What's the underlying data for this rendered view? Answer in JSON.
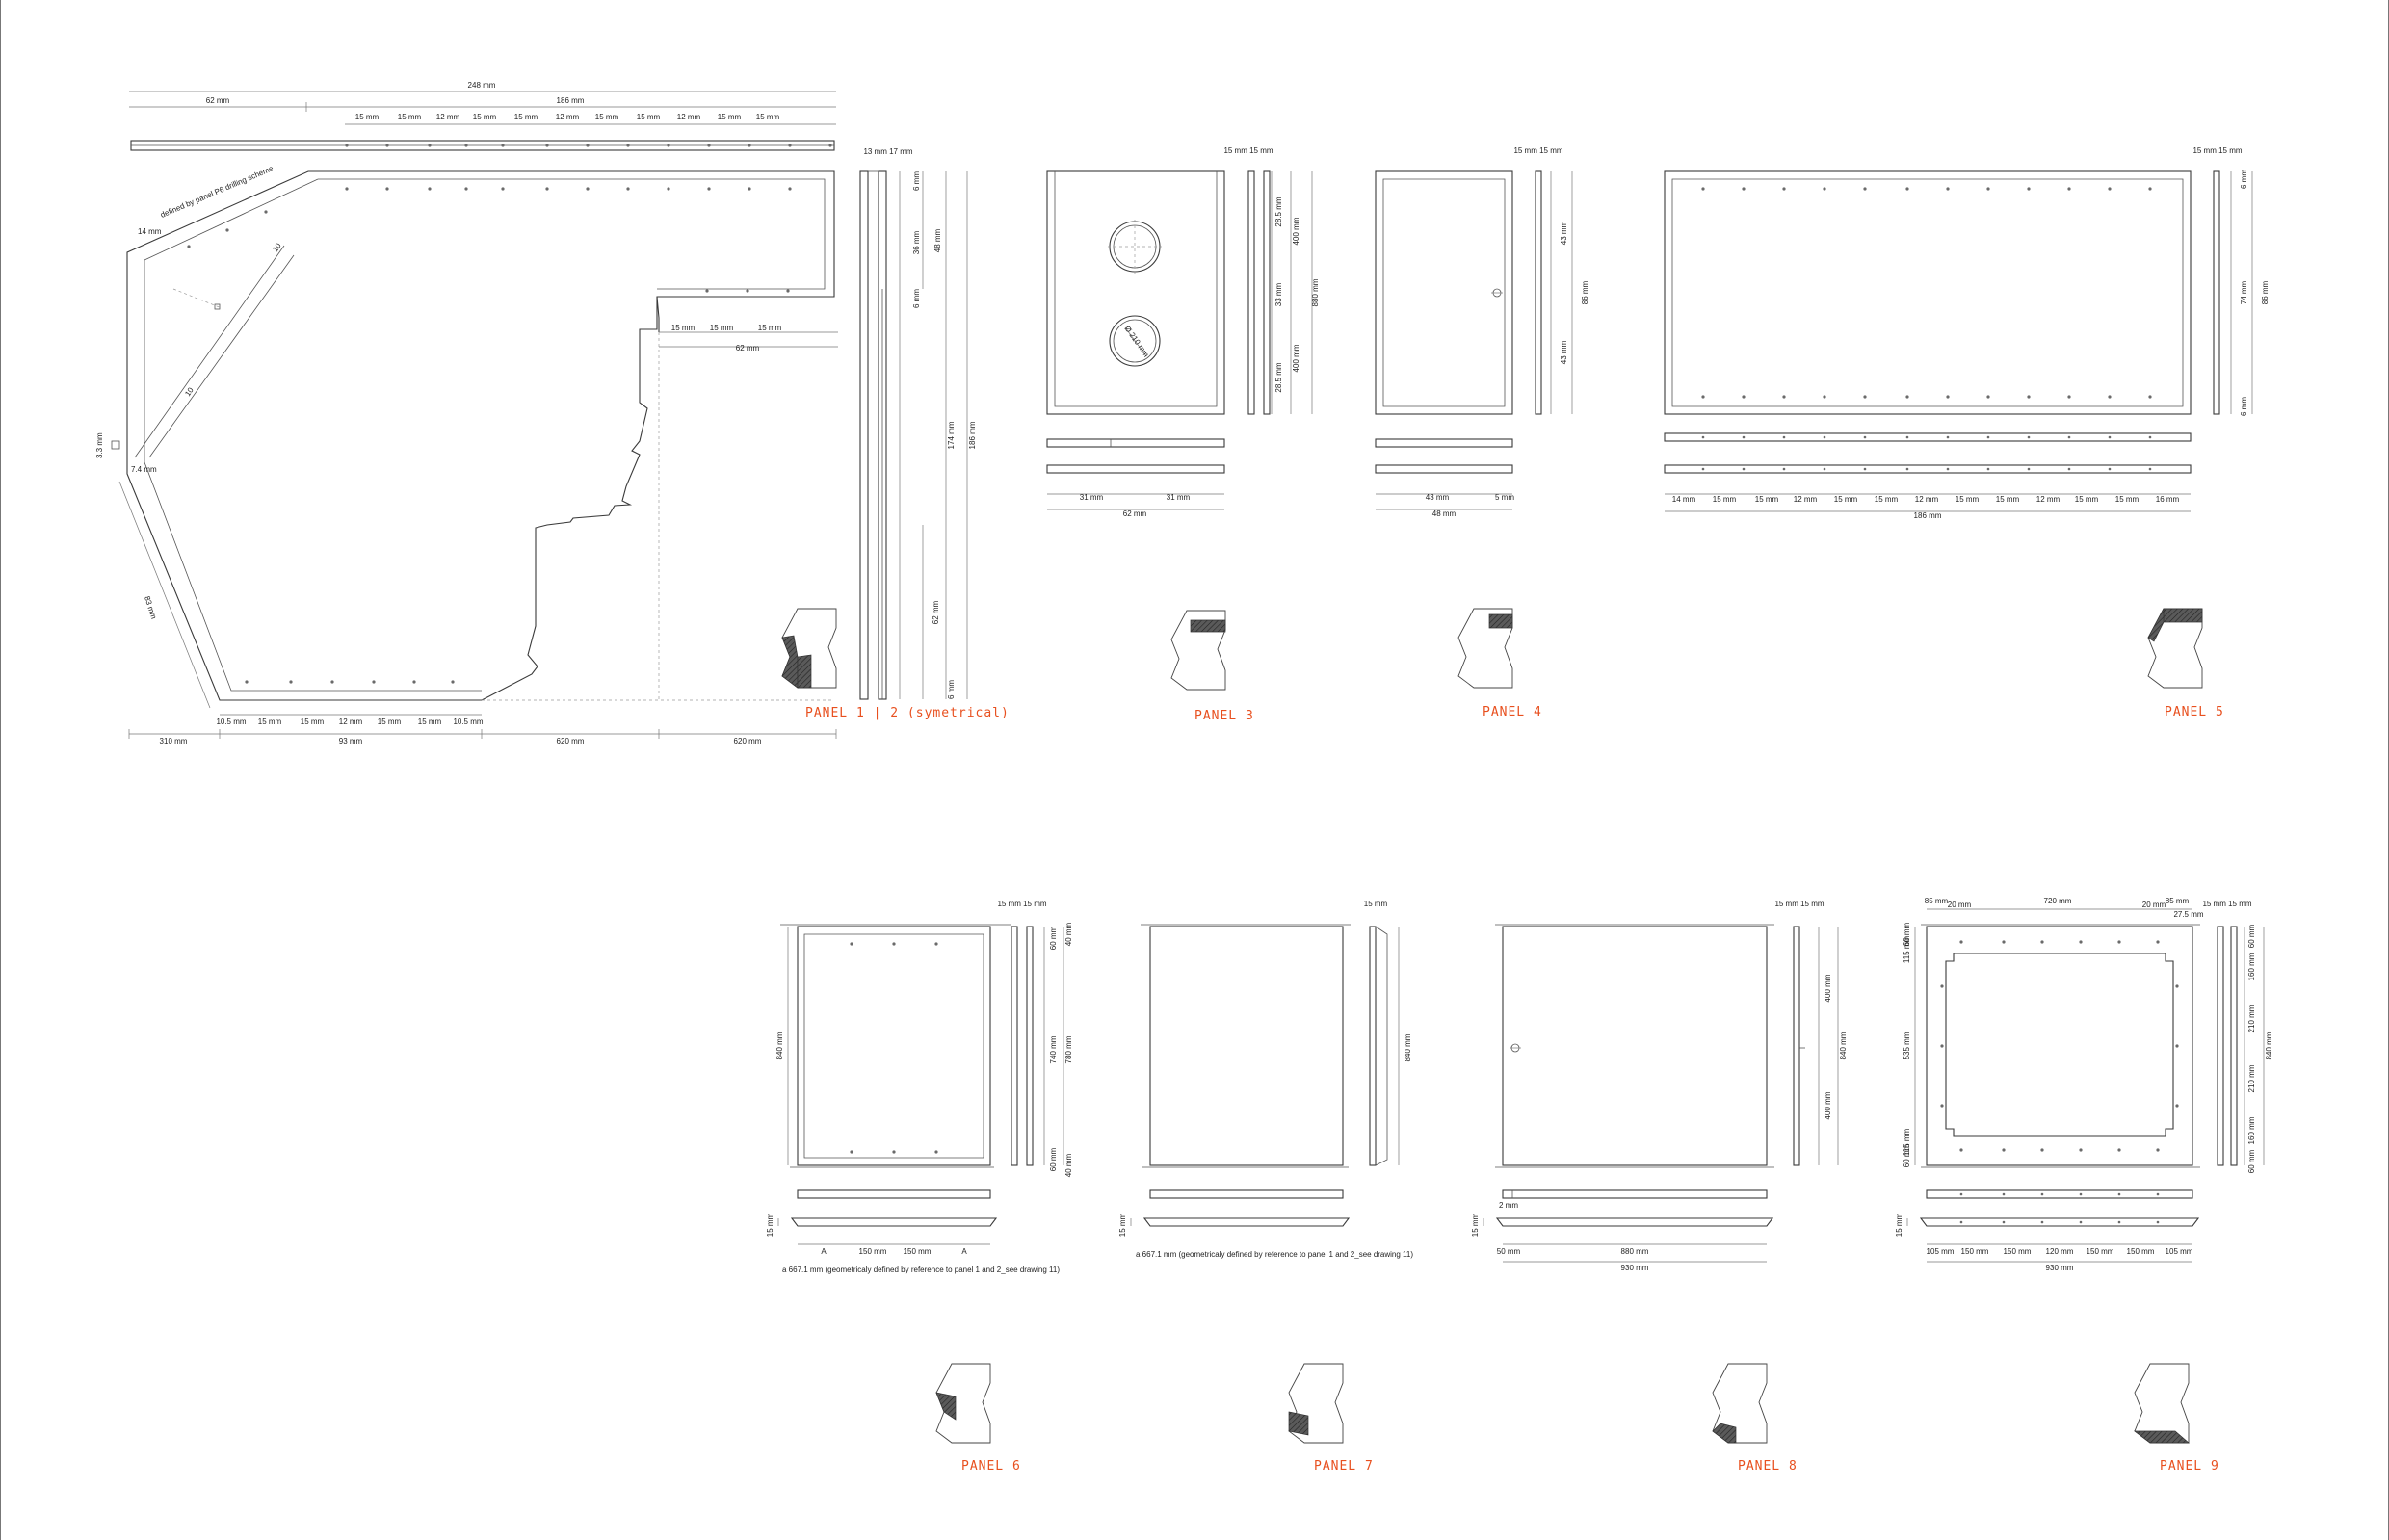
{
  "colors": {
    "line": "#3a3a3a",
    "label": "#e8501f",
    "highlight": "#4a4a4a",
    "background": "#ffffff"
  },
  "panel1": {
    "label": "PANEL 1 | 2 (symetrical)",
    "top": [
      "248 mm",
      "62 mm",
      "186 mm"
    ],
    "holes": [
      "15 mm",
      "15 mm",
      "12 mm",
      "15 mm",
      "15 mm",
      "12 mm",
      "15 mm",
      "15 mm",
      "12 mm",
      "15 mm",
      "15 mm"
    ],
    "annotation": "defined by panel P6 drilling scheme",
    "left": [
      "14 mm",
      "3.3 mm",
      "7.4 mm",
      "83 mm"
    ],
    "diag": [
      "10",
      "10"
    ],
    "step": [
      "15 mm",
      "15 mm",
      "15 mm",
      "62 mm"
    ],
    "bottom_holes": [
      "10.5 mm",
      "15 mm",
      "15 mm",
      "12 mm",
      "15 mm",
      "15 mm",
      "10.5 mm"
    ],
    "bottom": [
      "310 mm",
      "93 mm",
      "620 mm",
      "620 mm"
    ],
    "side": [
      "13 mm 17 mm",
      "6 mm",
      "36 mm",
      "48 mm",
      "6 mm",
      "174 mm",
      "186 mm",
      "62 mm",
      "6 mm"
    ]
  },
  "panel3": {
    "label": "PANEL 3",
    "top": "15 mm 15 mm",
    "right": [
      "28.5 mm",
      "400 mm",
      "33 mm",
      "880 mm",
      "28.5 mm",
      "400 mm"
    ],
    "hole_dim": "Ø 210 mm",
    "bottom": [
      "31 mm",
      "31 mm",
      "62 mm"
    ]
  },
  "panel4": {
    "label": "PANEL 4",
    "top": "15 mm 15 mm",
    "right": [
      "43 mm",
      "86 mm",
      "43 mm"
    ],
    "bottom": [
      "43 mm",
      "5 mm",
      "48 mm"
    ]
  },
  "panel5": {
    "label": "PANEL 5",
    "top": "15 mm 15 mm",
    "right": [
      "6 mm",
      "74 mm",
      "86 mm",
      "6 mm"
    ],
    "bottom": [
      "14 mm",
      "15 mm",
      "15 mm",
      "12 mm",
      "15 mm",
      "15 mm",
      "12 mm",
      "15 mm",
      "15 mm",
      "12 mm",
      "15 mm",
      "15 mm",
      "16 mm"
    ],
    "total": "186 mm"
  },
  "panel6": {
    "label": "PANEL 6",
    "top": "15 mm 15 mm",
    "right": [
      "60 mm",
      "40 mm",
      "740 mm",
      "780 mm",
      "60 mm",
      "40 mm"
    ],
    "left": [
      "840 mm",
      "15 mm"
    ],
    "bottom": [
      "A",
      "150 mm",
      "150 mm",
      "A"
    ],
    "note": "a 667.1 mm (geometricaly defined by reference to panel 1 and 2_see drawing 11)"
  },
  "panel7": {
    "label": "PANEL 7",
    "top": "15 mm",
    "right": [
      "840 mm"
    ],
    "left": [
      "15 mm"
    ],
    "note": "a 667.1 mm (geometricaly defined by reference to panel 1 and 2_see drawing 11)"
  },
  "panel8": {
    "label": "PANEL 8",
    "top": "15 mm 15 mm",
    "right": [
      "400 mm",
      "840 mm",
      "400 mm"
    ],
    "left": [
      "15 mm",
      "2 mm"
    ],
    "bottom": [
      "50 mm",
      "880 mm",
      "930 mm"
    ]
  },
  "panel9": {
    "label": "PANEL 9",
    "top": [
      "85 mm",
      "20 mm",
      "720 mm",
      "20 mm",
      "85 mm",
      "27.5 mm",
      "15 mm 15 mm"
    ],
    "left": [
      "60 mm",
      "115 mm",
      "535 mm",
      "115 mm",
      "60 mm",
      "15 mm"
    ],
    "right": [
      "60 mm",
      "160 mm",
      "210 mm",
      "840 mm",
      "210 mm",
      "160 mm",
      "60 mm"
    ],
    "bottom": [
      "105 mm",
      "150 mm",
      "150 mm",
      "120 mm",
      "150 mm",
      "150 mm",
      "105 mm"
    ],
    "total": "930 mm"
  }
}
